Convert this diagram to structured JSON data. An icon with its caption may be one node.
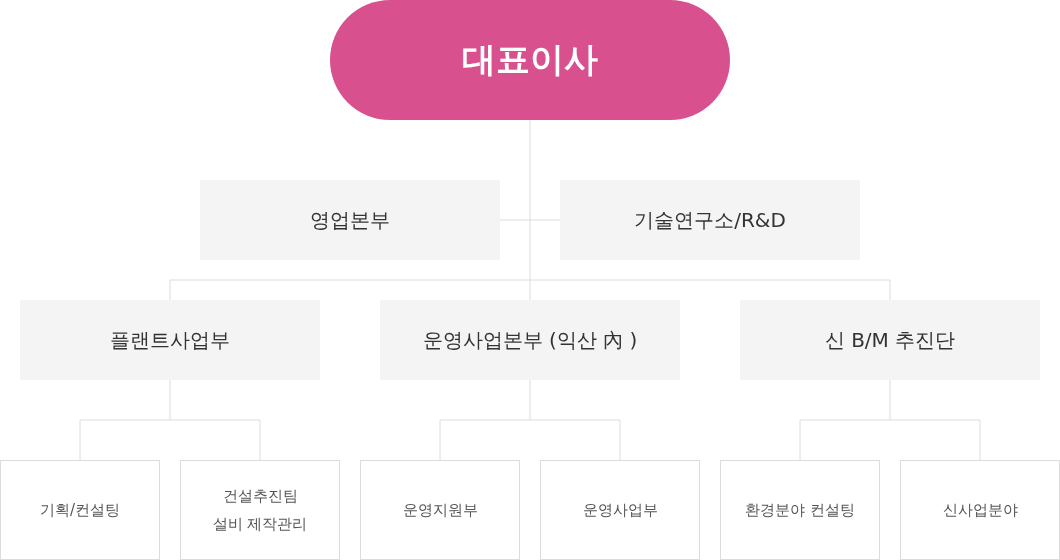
{
  "diagram": {
    "nodes": [
      {
        "text": [
          "대표이사"
        ]
      },
      {
        "text": [
          "영업본부"
        ]
      },
      {
        "text": [
          "기술연구소/R&D"
        ]
      },
      {
        "text": [
          "플랜트사업부"
        ]
      },
      {
        "text": [
          "운영사업본부 (익산 內 )"
        ]
      },
      {
        "text": [
          "신 B/M 추진단"
        ]
      },
      {
        "text": [
          "기획/컨설팅"
        ]
      },
      {
        "text": [
          "건설추진팀 설비 제작관리"
        ]
      },
      {
        "text": [
          "운영지원부"
        ]
      },
      {
        "text": [
          "운영사업부"
        ]
      },
      {
        "text": [
          "환경분야 컨설팅"
        ]
      },
      {
        "text": [
          "신사업분야"
        ]
      }
    ],
    "edges": [
      {
        "from": 0,
        "to": 1,
        "arrow": "none"
      },
      {
        "from": 0,
        "to": 2,
        "arrow": "none"
      },
      {
        "from": 0,
        "to": 3,
        "arrow": "none"
      },
      {
        "from": 0,
        "to": 4,
        "arrow": "none"
      },
      {
        "from": 0,
        "to": 5,
        "arrow": "none"
      },
      {
        "from": 3,
        "to": 6,
        "arrow": "none"
      },
      {
        "from": 3,
        "to": 7,
        "arrow": "none"
      },
      {
        "from": 4,
        "to": 8,
        "arrow": "none"
      },
      {
        "from": 4,
        "to": 9,
        "arrow": "none"
      },
      {
        "from": 5,
        "to": 10,
        "arrow": "none"
      },
      {
        "from": 5,
        "to": 11,
        "arrow": "none"
      }
    ]
  }
}
